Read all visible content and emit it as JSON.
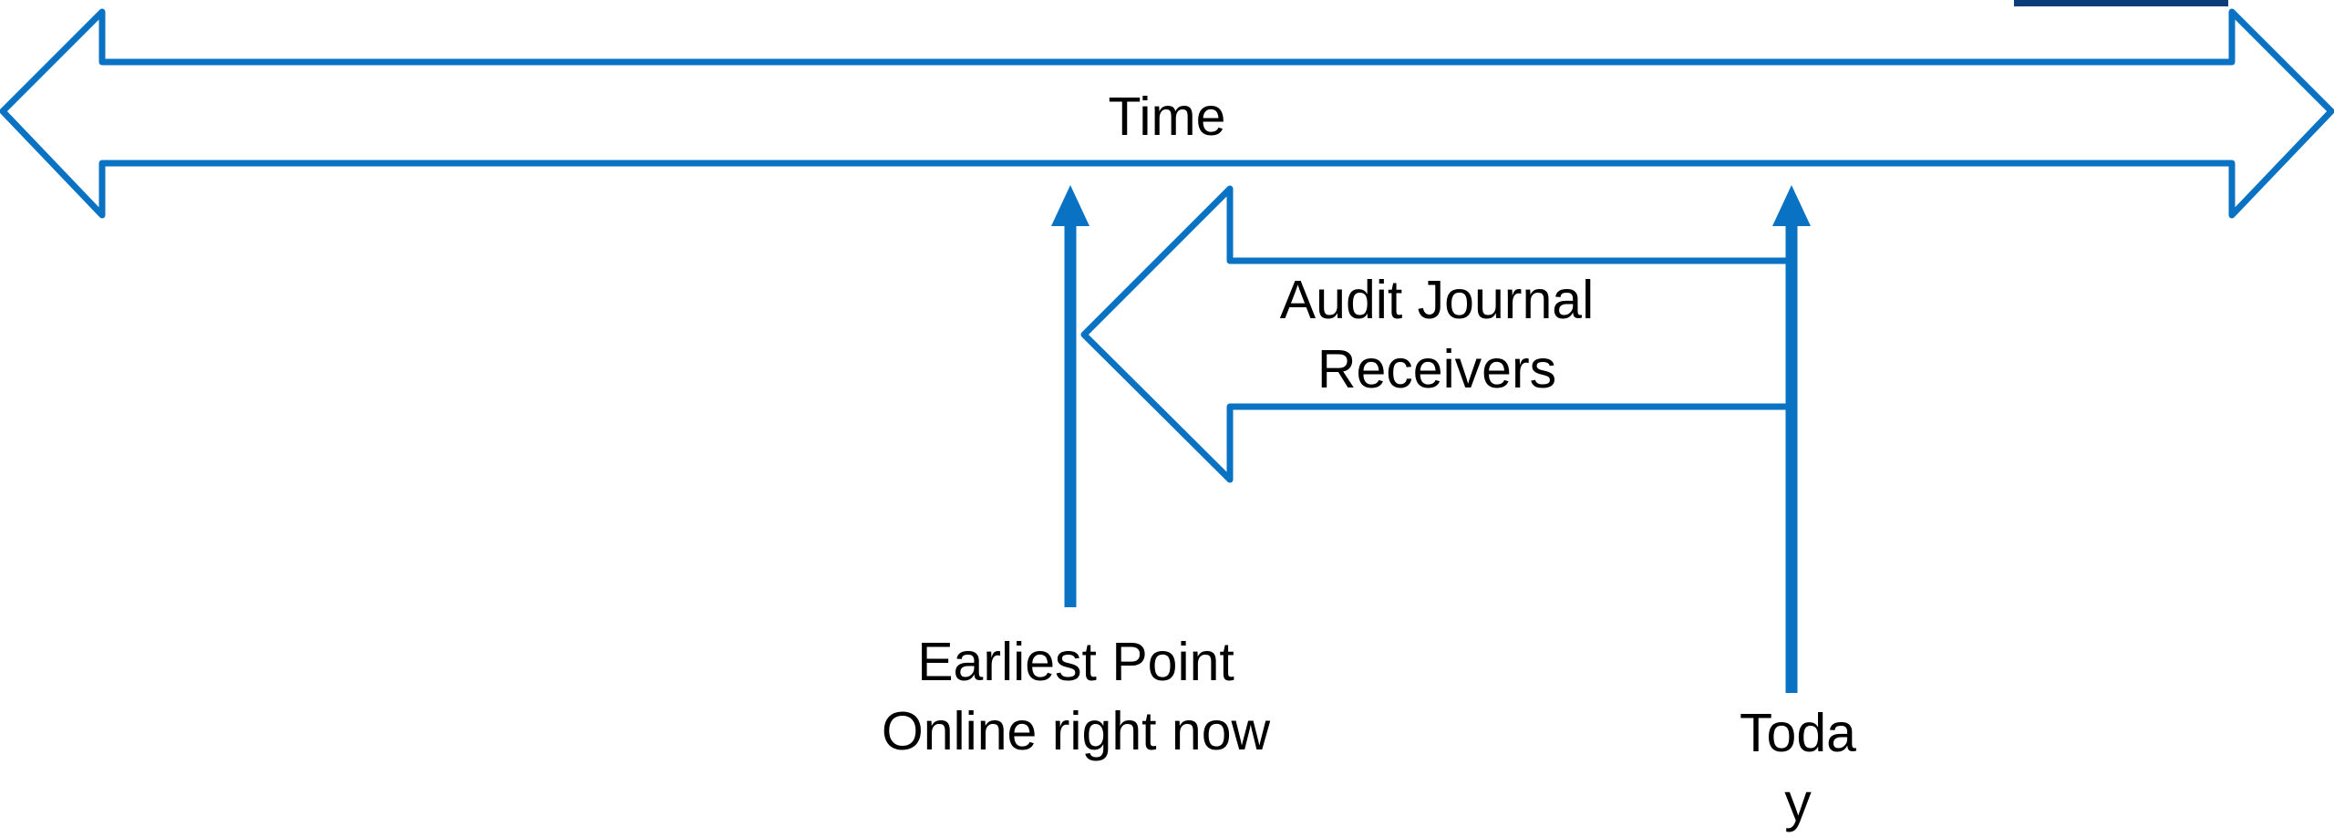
{
  "colors": {
    "stroke": "#0a72c3",
    "text": "#000000",
    "corner_mark": "#0b3e78"
  },
  "labels": {
    "time": "Time",
    "audit_line1": "Audit Journal",
    "audit_line2": "Receivers",
    "earliest_line1": "Earliest Point",
    "earliest_line2": "Online right now",
    "today_line1": "Toda",
    "today_line2": "y"
  }
}
